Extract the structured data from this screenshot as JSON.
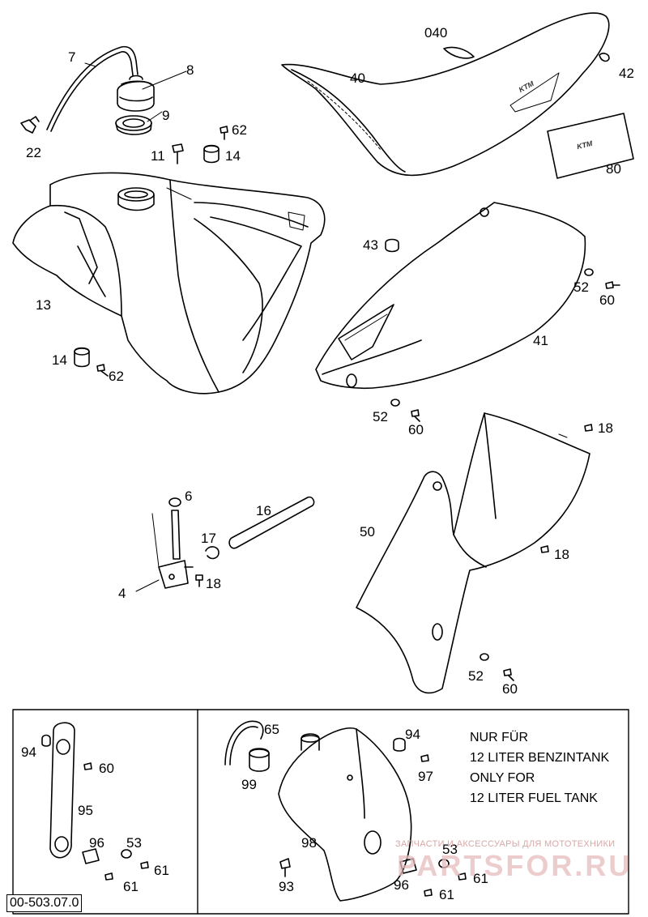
{
  "diagram_code": "00-503.07.0",
  "note_lines": [
    "NUR FÜR",
    "12 LITER BENZINTANK",
    "ONLY FOR",
    "12 LITER FUEL TANK"
  ],
  "watermark_small": "ЗАПЧАСТИ И АКСЕССУАРЫ ДЛЯ МОТОТЕХНИКИ",
  "watermark_big": "PARTSFOR.RU",
  "seat_brand": "KTM",
  "decal_brand": "KTM",
  "labels": {
    "l7": "7",
    "l8": "8",
    "l9": "9",
    "l22": "22",
    "l040": "040",
    "l40": "40",
    "l42": "42",
    "l62a": "62",
    "l11": "11",
    "l14a": "14",
    "l80": "80",
    "l13": "13",
    "l43": "43",
    "l52a": "52",
    "l60a": "60",
    "l41": "41",
    "l14b": "14",
    "l62b": "62",
    "l52b": "52",
    "l60b": "60",
    "l18a": "18",
    "l6": "6",
    "l16": "16",
    "l50": "50",
    "l17": "17",
    "l18b": "18",
    "l4": "4",
    "l18c": "18",
    "l52c": "52",
    "l60c": "60",
    "l94a": "94",
    "l60d": "60",
    "l95": "95",
    "l96a": "96",
    "l53a": "53",
    "l61a": "61",
    "l61b": "61",
    "l65": "65",
    "l99": "99",
    "l94b": "94",
    "l97": "97",
    "l98": "98",
    "l53b": "53",
    "l61c": "61",
    "l93": "93",
    "l96b": "96",
    "l61d": "61"
  }
}
